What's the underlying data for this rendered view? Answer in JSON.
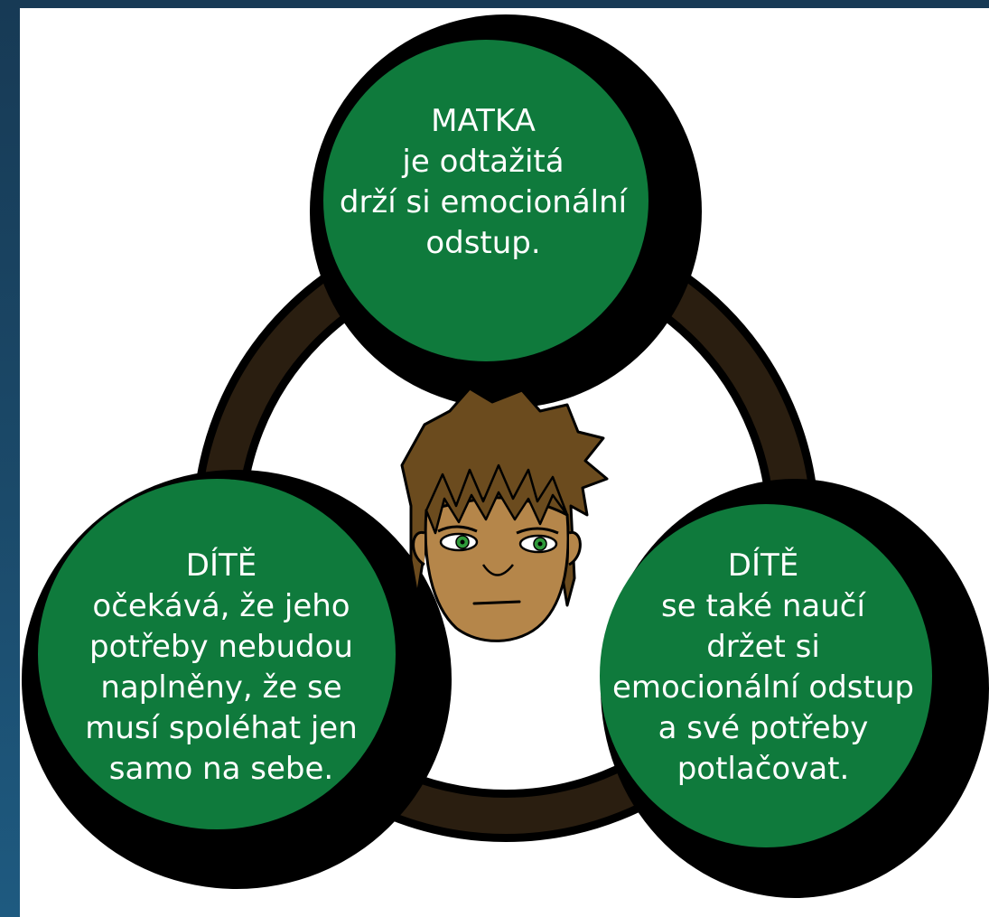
{
  "colors": {
    "background": "#ffffff",
    "frame": "#173a55",
    "ring": "#2a1e10",
    "circle_fill": "#0f7a3c",
    "circle_border": "#000000",
    "text": "#ffffff",
    "skin": "#b5864a",
    "hair": "#6b4b1e",
    "eyes": "#2f9a3a"
  },
  "top_node": {
    "title": "MATKA",
    "line1": "je odtažitá",
    "line2": "drží si emocionální",
    "line3": "odstup."
  },
  "left_node": {
    "title": "DÍTĚ",
    "line1": "očekává, že jeho",
    "line2": "potřeby nebudou",
    "line3": "naplněny, že se",
    "line4": "musí spoléhat jen",
    "line5": "samo na sebe."
  },
  "right_node": {
    "title": "DÍTĚ",
    "line1": "se také naučí",
    "line2": "držet si",
    "line3": "emocionální odstup",
    "line4": "a své potřeby",
    "line5": "potlačovat."
  },
  "center_icon": "child-face-icon"
}
